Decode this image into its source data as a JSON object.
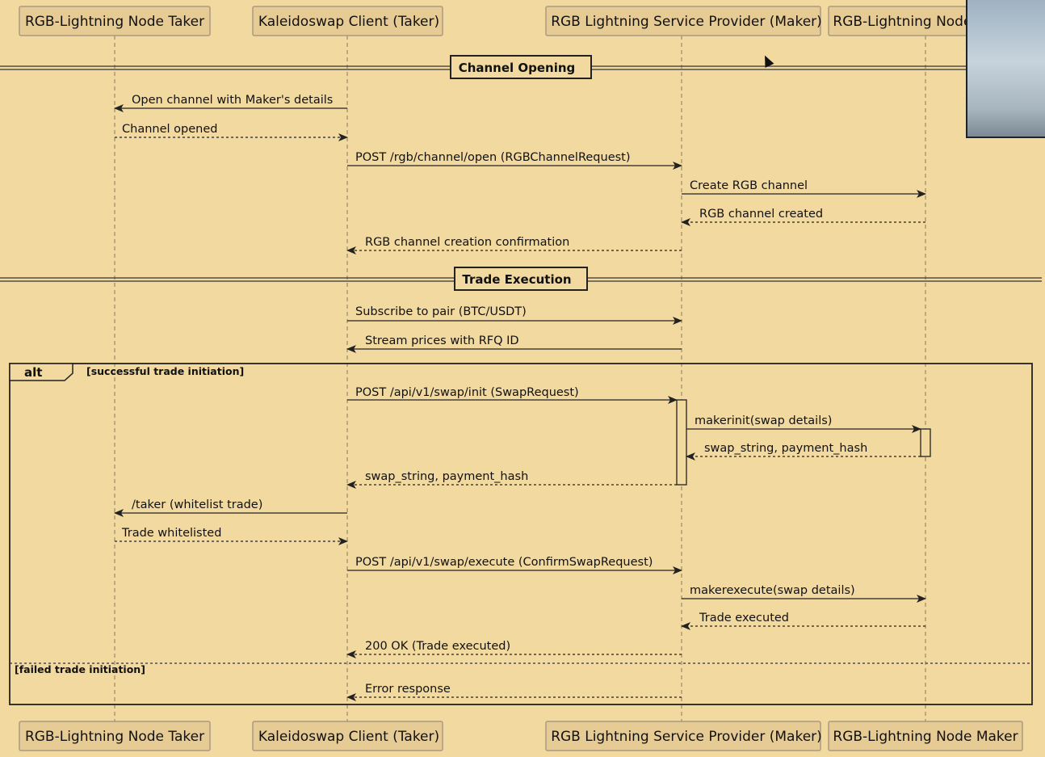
{
  "participants": [
    {
      "id": "taker_node",
      "label": "RGB-Lightning Node Taker"
    },
    {
      "id": "client",
      "label": "Kaleidoswap Client (Taker)"
    },
    {
      "id": "lsp",
      "label": "RGB Lightning Service Provider (Maker)"
    },
    {
      "id": "maker_node",
      "label": "RGB-Lightning Node Maker"
    }
  ],
  "dividers": [
    "Channel Opening",
    "Trade Execution"
  ],
  "alt_block": {
    "operator": "alt",
    "guards": [
      "[successful trade initiation]",
      "[failed trade initiation]"
    ]
  },
  "messages": [
    {
      "from": "client",
      "to": "taker_node",
      "label": "Open channel with Maker's details",
      "style": "solid"
    },
    {
      "from": "taker_node",
      "to": "client",
      "label": "Channel opened",
      "style": "dashed"
    },
    {
      "from": "client",
      "to": "lsp",
      "label": "POST /rgb/channel/open (RGBChannelRequest)",
      "style": "solid"
    },
    {
      "from": "lsp",
      "to": "maker_node",
      "label": "Create RGB channel",
      "style": "solid"
    },
    {
      "from": "maker_node",
      "to": "lsp",
      "label": "RGB channel created",
      "style": "dashed"
    },
    {
      "from": "lsp",
      "to": "client",
      "label": "RGB channel creation confirmation",
      "style": "dashed"
    },
    {
      "from": "client",
      "to": "lsp",
      "label": "Subscribe to pair (BTC/USDT)",
      "style": "solid"
    },
    {
      "from": "lsp",
      "to": "client",
      "label": "Stream prices with RFQ ID",
      "style": "solid"
    },
    {
      "from": "client",
      "to": "lsp",
      "label": "POST /api/v1/swap/init (SwapRequest)",
      "style": "solid"
    },
    {
      "from": "lsp",
      "to": "maker_node",
      "label": "makerinit(swap details)",
      "style": "solid"
    },
    {
      "from": "maker_node",
      "to": "lsp",
      "label": "swap_string, payment_hash",
      "style": "dashed"
    },
    {
      "from": "lsp",
      "to": "client",
      "label": "swap_string, payment_hash",
      "style": "dashed"
    },
    {
      "from": "client",
      "to": "taker_node",
      "label": "/taker (whitelist trade)",
      "style": "solid"
    },
    {
      "from": "taker_node",
      "to": "client",
      "label": "Trade whitelisted",
      "style": "dashed"
    },
    {
      "from": "client",
      "to": "lsp",
      "label": "POST /api/v1/swap/execute (ConfirmSwapRequest)",
      "style": "solid"
    },
    {
      "from": "lsp",
      "to": "maker_node",
      "label": "makerexecute(swap details)",
      "style": "solid"
    },
    {
      "from": "maker_node",
      "to": "lsp",
      "label": "Trade executed",
      "style": "dashed"
    },
    {
      "from": "lsp",
      "to": "client",
      "label": "200 OK (Trade executed)",
      "style": "dashed"
    },
    {
      "from": "lsp",
      "to": "client",
      "label": "Error response",
      "style": "dashed"
    }
  ],
  "colors": {
    "background": "#f2d9a0",
    "box_fill": "#e7cb94",
    "line": "#2a2a2a",
    "lifeline": "#8a7a5a"
  }
}
